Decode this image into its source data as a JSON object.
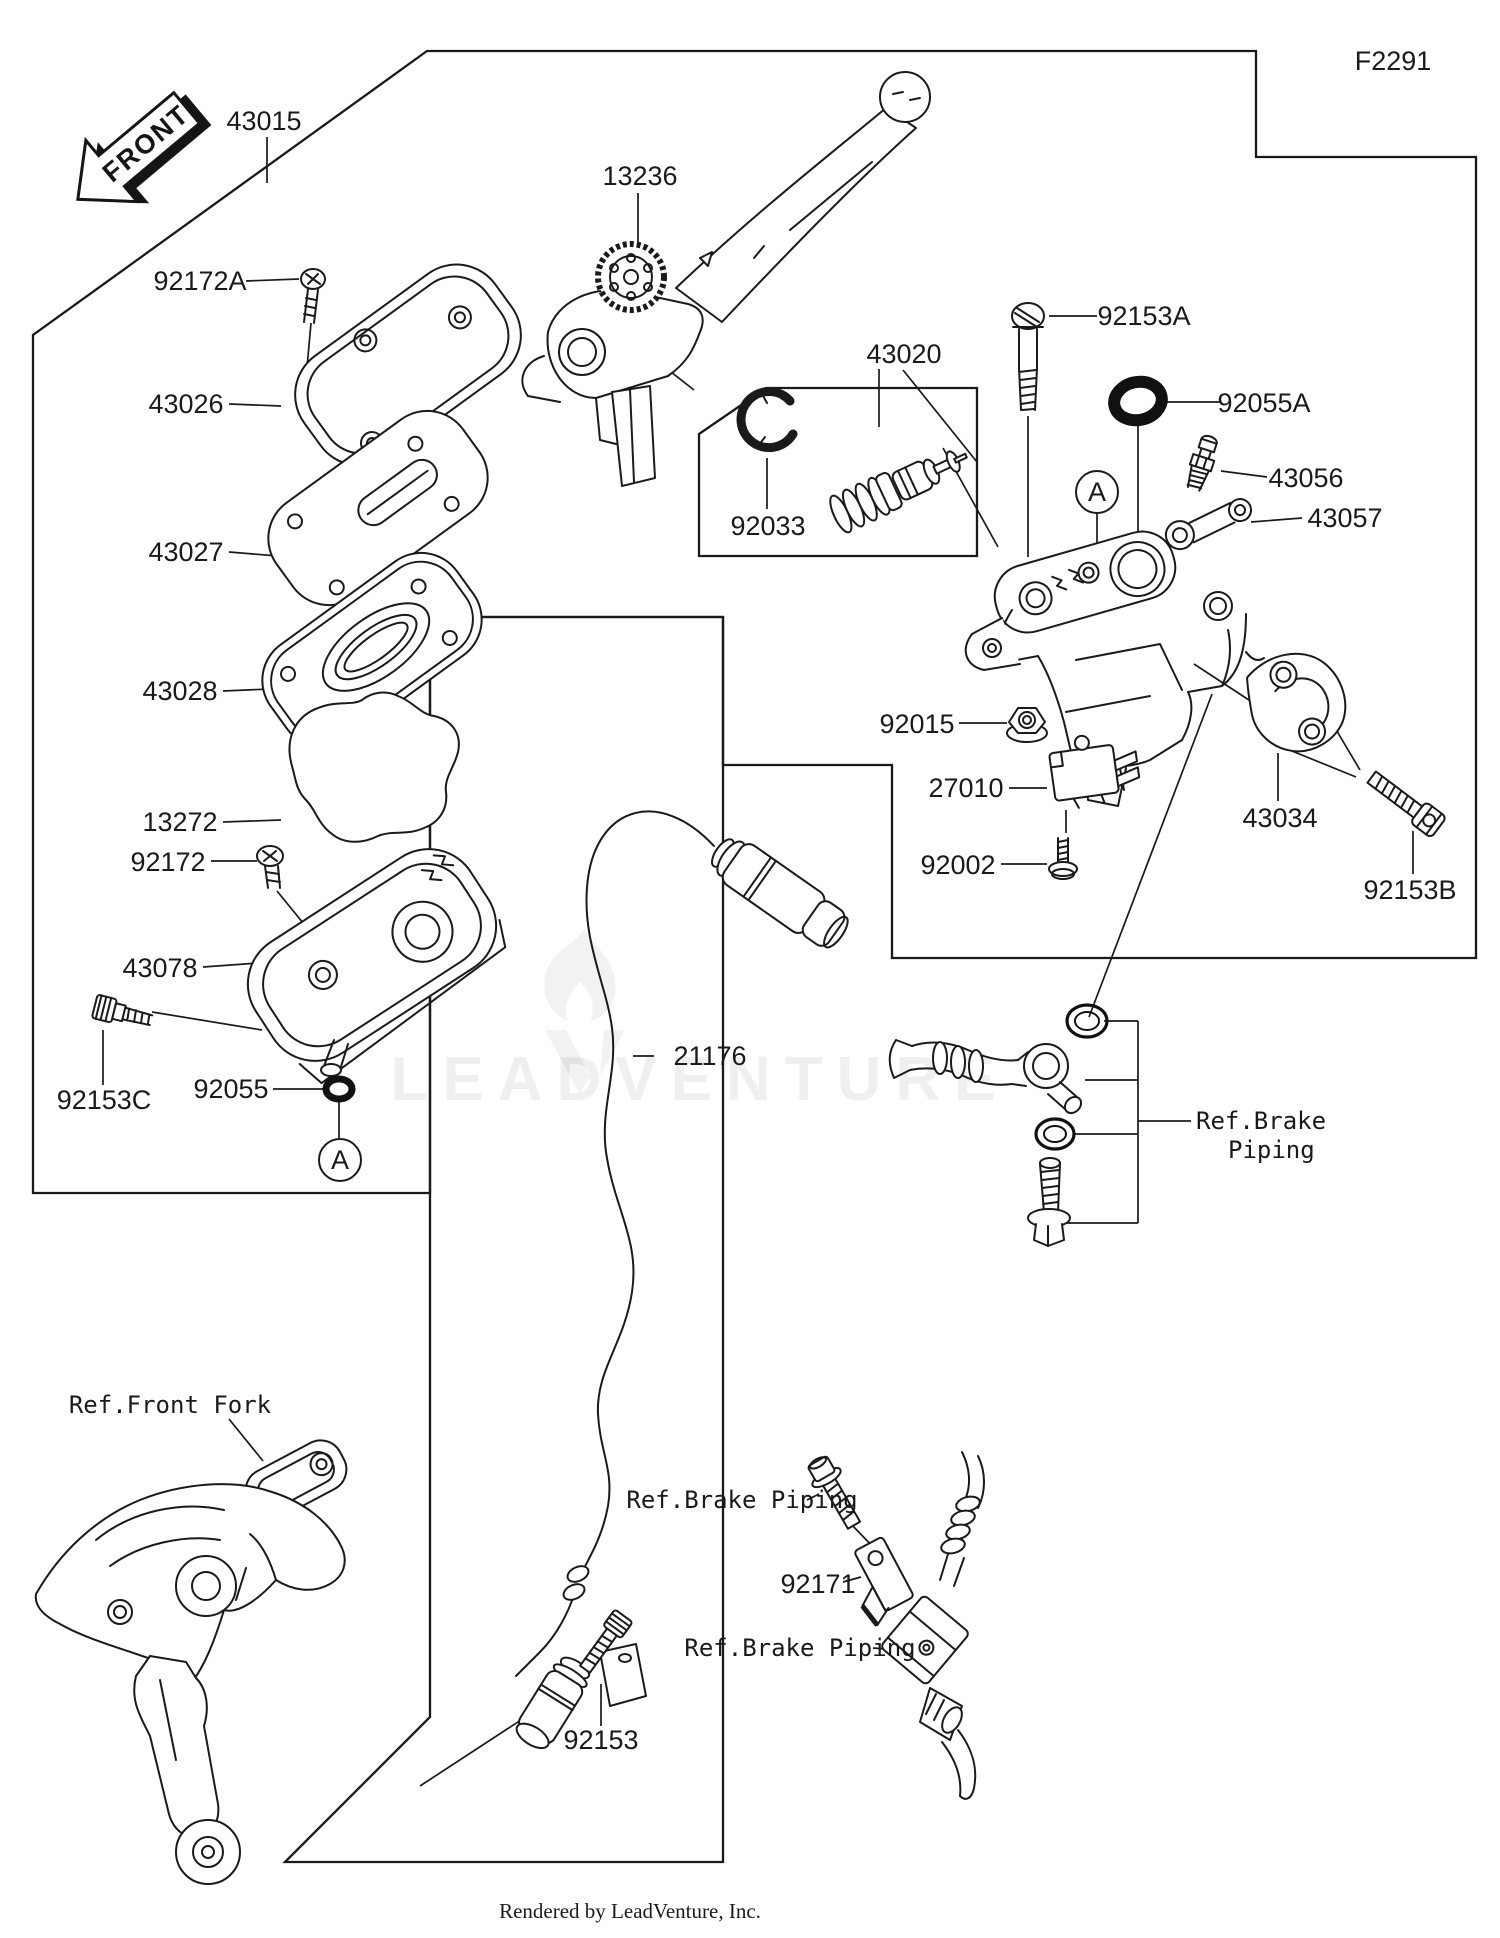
{
  "figure": {
    "code": "F2291",
    "front_marker": "FRONT",
    "watermark": "LEADVENTURE",
    "footer": "Rendered by LeadVenture, Inc."
  },
  "parts": {
    "43015": "43015",
    "92172A": "92172A",
    "43026": "43026",
    "43027": "43027",
    "43028": "43028",
    "13272": "13272",
    "92172": "92172",
    "43078": "43078",
    "92153C": "92153C",
    "92055": "92055",
    "13236": "13236",
    "43020": "43020",
    "92033": "92033",
    "92153A": "92153A",
    "92055A": "92055A",
    "43056": "43056",
    "43057": "43057",
    "92015": "92015",
    "27010": "27010",
    "92002": "92002",
    "43034": "43034",
    "92153B": "92153B",
    "21176": "21176",
    "92171": "92171",
    "92153": "92153"
  },
  "refs": {
    "front_fork": "Ref.Front Fork",
    "brake_piping": "Ref.Brake Piping",
    "brake_line1": "Ref.Brake",
    "brake_line2": "Piping"
  },
  "markers": {
    "detail": "A"
  }
}
